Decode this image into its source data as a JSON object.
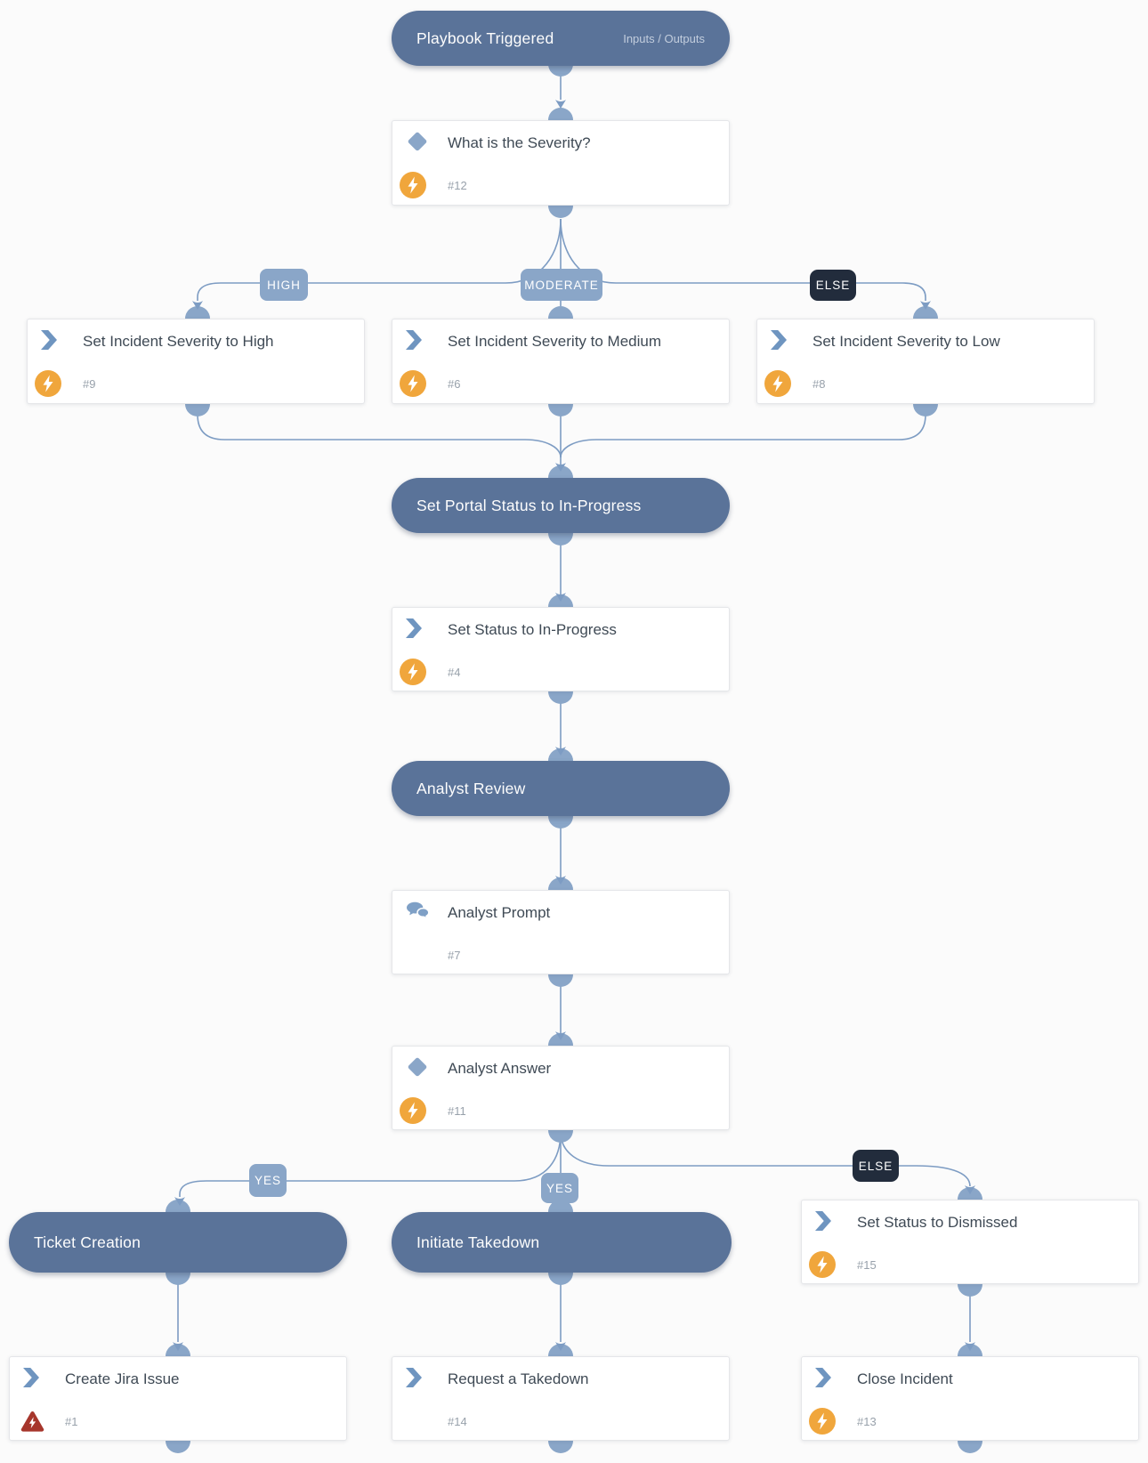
{
  "app": {
    "background": "#fbfbfb",
    "type_label": "playbook-work-plan"
  },
  "colors": {
    "pill": "#5a7399",
    "connector": "#7d9cc3",
    "disc": "#8aa6c8",
    "badge": "#8aa6c8",
    "badge_dark": "#222c3c",
    "task_orange": "#f0a63c",
    "error_red": "#a6362c",
    "title_text": "#3f4a55",
    "number_text": "#98a1ab"
  },
  "nodes": {
    "playbook_triggered": {
      "title": "Playbook Triggered",
      "link": "Inputs / Outputs"
    },
    "severity_question": {
      "title": "What is the Severity?",
      "num": "#12"
    },
    "set_high": {
      "title": "Set Incident Severity to High",
      "num": "#9"
    },
    "set_medium": {
      "title": "Set Incident Severity to Medium",
      "num": "#6"
    },
    "set_low": {
      "title": "Set Incident Severity to Low",
      "num": "#8"
    },
    "portal_status": {
      "title": "Set Portal Status to In-Progress"
    },
    "status_inprogress": {
      "title": "Set Status to In-Progress",
      "num": "#4"
    },
    "analyst_review": {
      "title": "Analyst Review"
    },
    "analyst_prompt": {
      "title": "Analyst Prompt",
      "num": "#7"
    },
    "analyst_answer": {
      "title": "Analyst Answer",
      "num": "#11"
    },
    "ticket_creation": {
      "title": "Ticket Creation"
    },
    "initiate_takedown": {
      "title": "Initiate Takedown"
    },
    "set_dismissed": {
      "title": "Set Status to Dismissed",
      "num": "#15"
    },
    "create_jira": {
      "title": "Create Jira Issue",
      "num": "#1"
    },
    "request_takedown": {
      "title": "Request a Takedown",
      "num": "#14"
    },
    "close_incident": {
      "title": "Close Incident",
      "num": "#13"
    }
  },
  "branch_labels": {
    "high": "HIGH",
    "moderate": "MODERATE",
    "else_top": "ELSE",
    "yes_left": "YES",
    "yes_mid": "YES",
    "else_bottom": "ELSE"
  }
}
